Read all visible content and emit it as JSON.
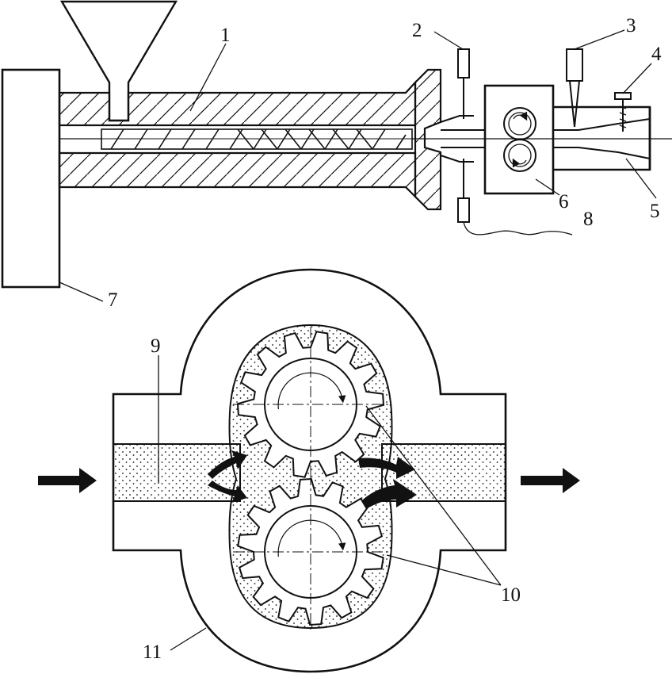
{
  "labels": {
    "l1": "1",
    "l2": "2",
    "l3": "3",
    "l4": "4",
    "l5": "5",
    "l6": "6",
    "l7": "7",
    "l8": "8",
    "l9": "9",
    "l10": "10",
    "l11": "11"
  },
  "colors": {
    "ink": "#111111",
    "paper": "#ffffff"
  },
  "gears": {
    "teeth_count": 14,
    "rotation_top": "clockwise",
    "rotation_bottom": "clockwise"
  }
}
